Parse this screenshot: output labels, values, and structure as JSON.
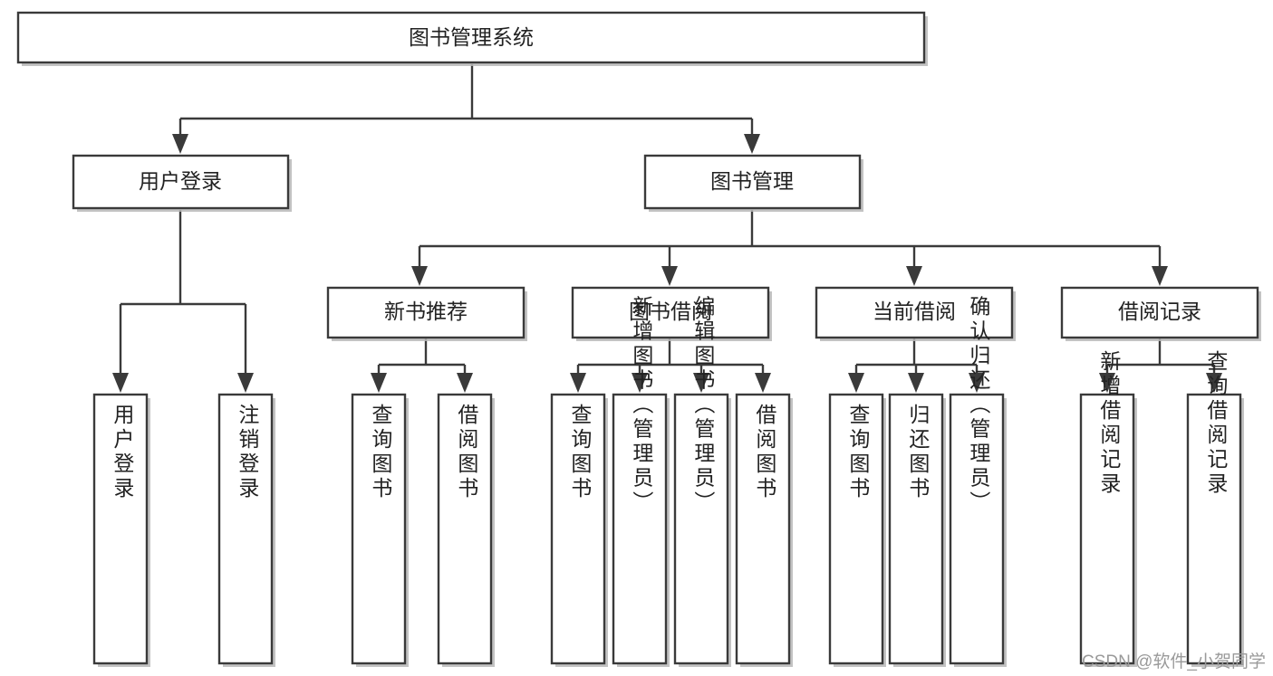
{
  "diagram": {
    "title": "图书管理系统",
    "type": "tree-hierarchy-chart",
    "watermark": "CSDN @软件_小贺同学",
    "root": {
      "id": "root",
      "label": "图书管理系统",
      "orientation": "horizontal"
    },
    "level1": [
      {
        "id": "user-login",
        "label": "用户登录",
        "orientation": "horizontal"
      },
      {
        "id": "book-manage",
        "label": "图书管理",
        "orientation": "horizontal"
      }
    ],
    "level2": [
      {
        "id": "new-book-recommend",
        "label": "新书推荐",
        "parent": "book-manage",
        "orientation": "horizontal"
      },
      {
        "id": "book-borrow",
        "label": "图书借阅",
        "parent": "book-manage",
        "orientation": "horizontal"
      },
      {
        "id": "current-borrow",
        "label": "当前借阅",
        "parent": "book-manage",
        "orientation": "horizontal"
      },
      {
        "id": "borrow-record",
        "label": "借阅记录",
        "parent": "book-manage",
        "orientation": "horizontal"
      }
    ],
    "leaves": [
      {
        "id": "leaf-user-login",
        "label": "用户登录",
        "parent": "user-login",
        "orientation": "vertical"
      },
      {
        "id": "leaf-user-logout",
        "label": "注销登录",
        "parent": "user-login",
        "orientation": "vertical"
      },
      {
        "id": "leaf-query-book-1",
        "label": "查询图书",
        "parent": "new-book-recommend",
        "orientation": "vertical"
      },
      {
        "id": "leaf-borrow-book-1",
        "label": "借阅图书",
        "parent": "new-book-recommend",
        "orientation": "vertical"
      },
      {
        "id": "leaf-query-book-2",
        "label": "查询图书",
        "parent": "book-borrow",
        "orientation": "vertical"
      },
      {
        "id": "leaf-add-book",
        "label": "新增图书（管理员）",
        "parent": "book-borrow",
        "orientation": "vertical"
      },
      {
        "id": "leaf-edit-book",
        "label": "编辑图书（管理员）",
        "parent": "book-borrow",
        "orientation": "vertical"
      },
      {
        "id": "leaf-borrow-book-2",
        "label": "借阅图书",
        "parent": "book-borrow",
        "orientation": "vertical"
      },
      {
        "id": "leaf-query-book-3",
        "label": "查询图书",
        "parent": "current-borrow",
        "orientation": "vertical"
      },
      {
        "id": "leaf-return-book",
        "label": "归还图书",
        "parent": "current-borrow",
        "orientation": "vertical"
      },
      {
        "id": "leaf-confirm-return",
        "label": "确认归还（管理员）",
        "parent": "current-borrow",
        "orientation": "vertical"
      },
      {
        "id": "leaf-add-record",
        "label": "新增借阅记录",
        "parent": "borrow-record",
        "orientation": "vertical"
      },
      {
        "id": "leaf-query-record",
        "label": "查询借阅记录",
        "parent": "borrow-record",
        "orientation": "vertical"
      }
    ],
    "colors": {
      "box_stroke": "#3a3a3a",
      "box_fill": "#ffffff",
      "connector": "#3a3a3a",
      "text": "#222222",
      "background": "#ffffff",
      "watermark": "#9a9a9a"
    }
  }
}
